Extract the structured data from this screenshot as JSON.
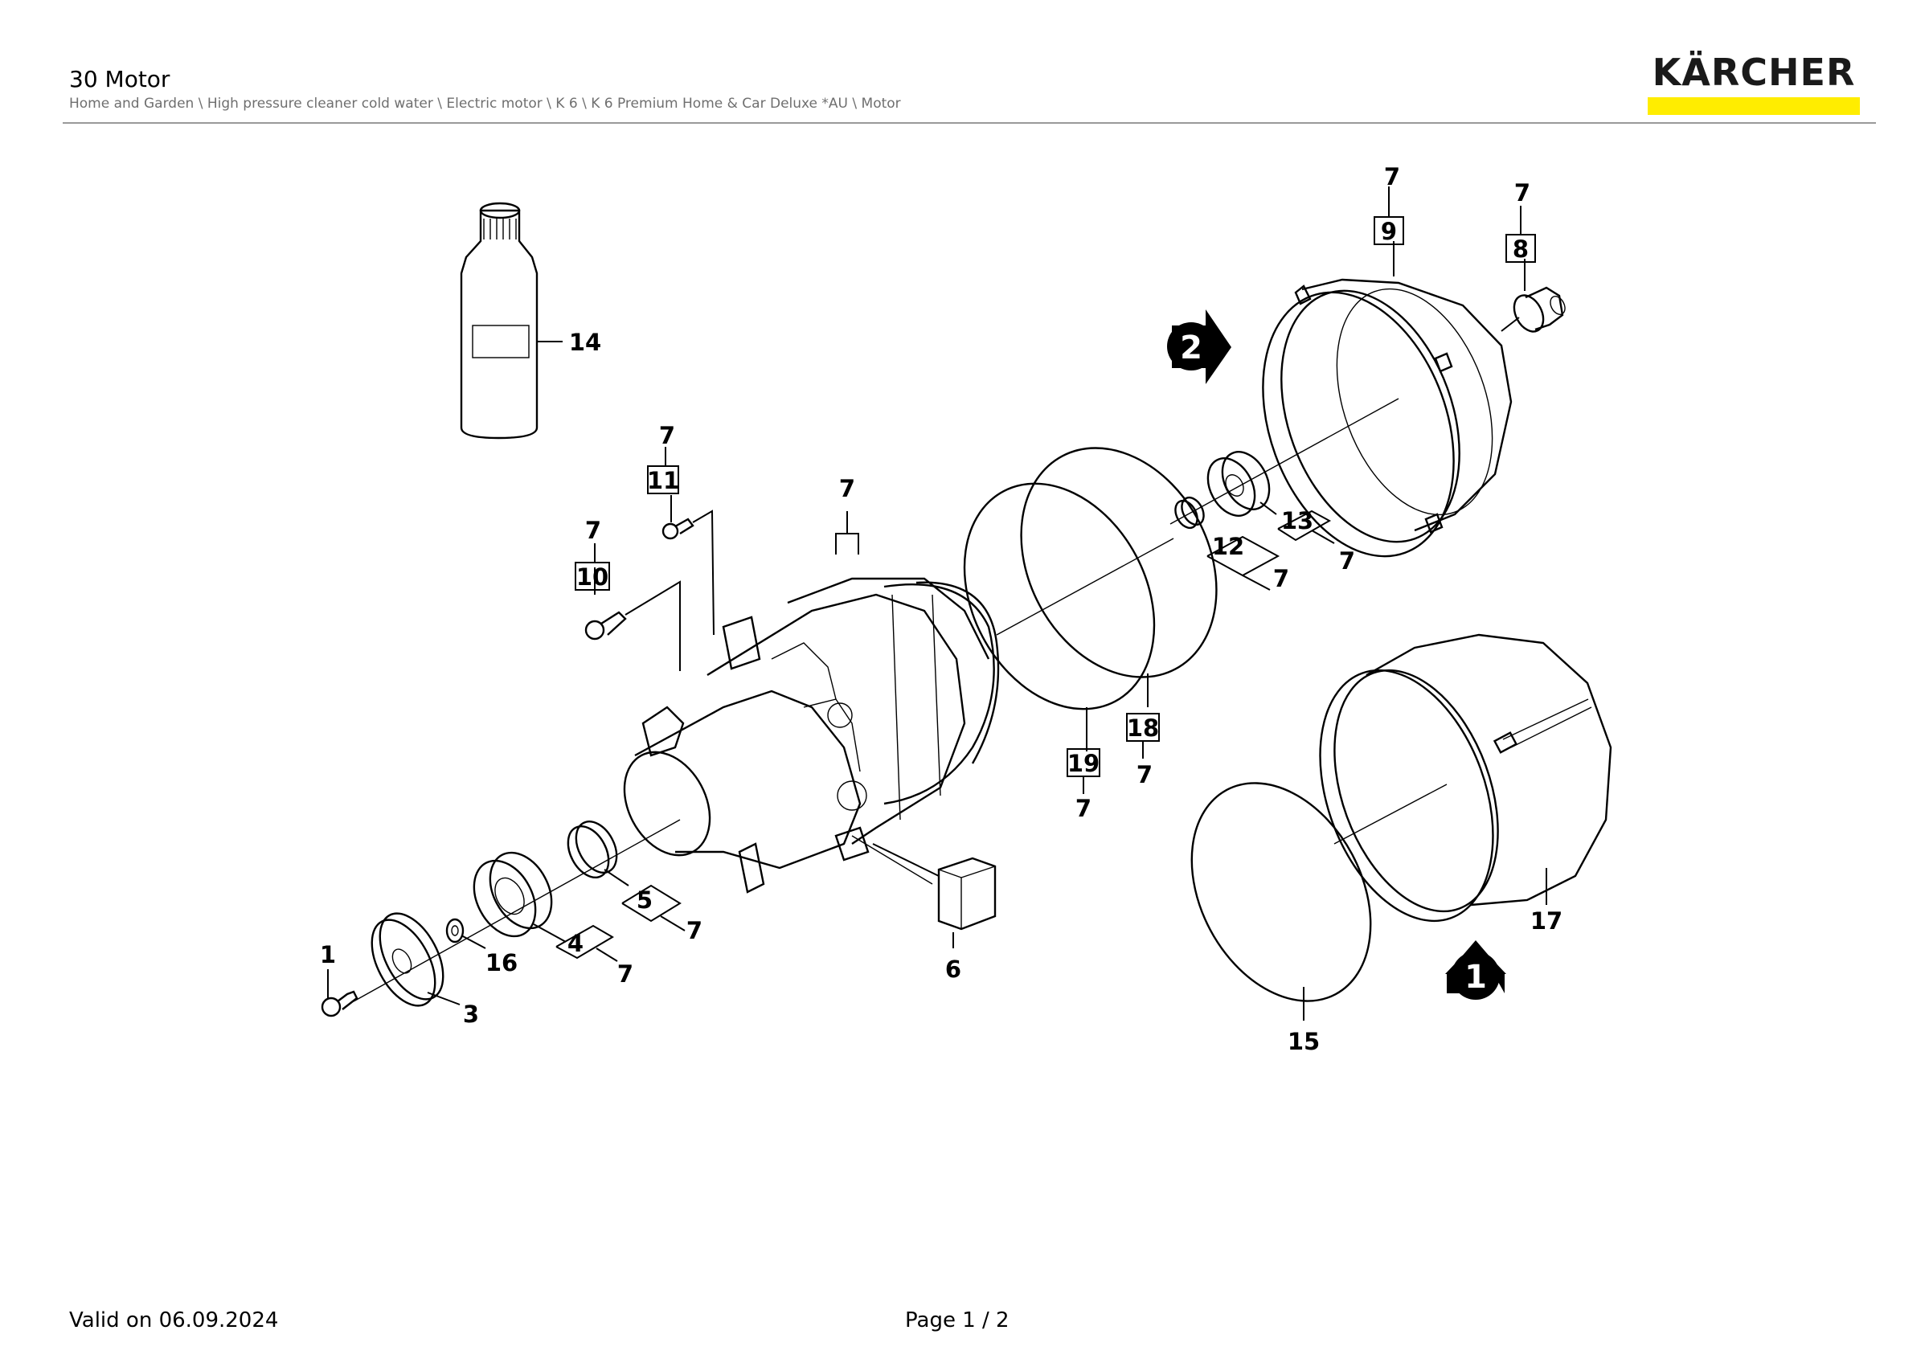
{
  "header": {
    "title": "30 Motor",
    "breadcrumb": "Home and Garden \\ High pressure cleaner cold water \\ Electric motor \\ K 6 \\ K 6 Premium Home & Car Deluxe *AU \\ Motor"
  },
  "brand": {
    "name": "KÄRCHER",
    "bar_color": "#ffed00"
  },
  "footer": {
    "valid": "Valid on 06.09.2024",
    "page": "Page 1 / 2"
  },
  "diagram": {
    "callouts": {
      "p1": "1",
      "p3": "3",
      "p4": "4",
      "p5": "5",
      "p6": "6",
      "p8": "8",
      "p9": "9",
      "p10": "10",
      "p11": "11",
      "p12": "12",
      "p13": "13",
      "p14": "14",
      "p15": "15",
      "p16": "16",
      "p17": "17",
      "p18": "18",
      "p19": "19",
      "kit": "7"
    },
    "markers": {
      "m1": "1",
      "m2": "2"
    }
  }
}
